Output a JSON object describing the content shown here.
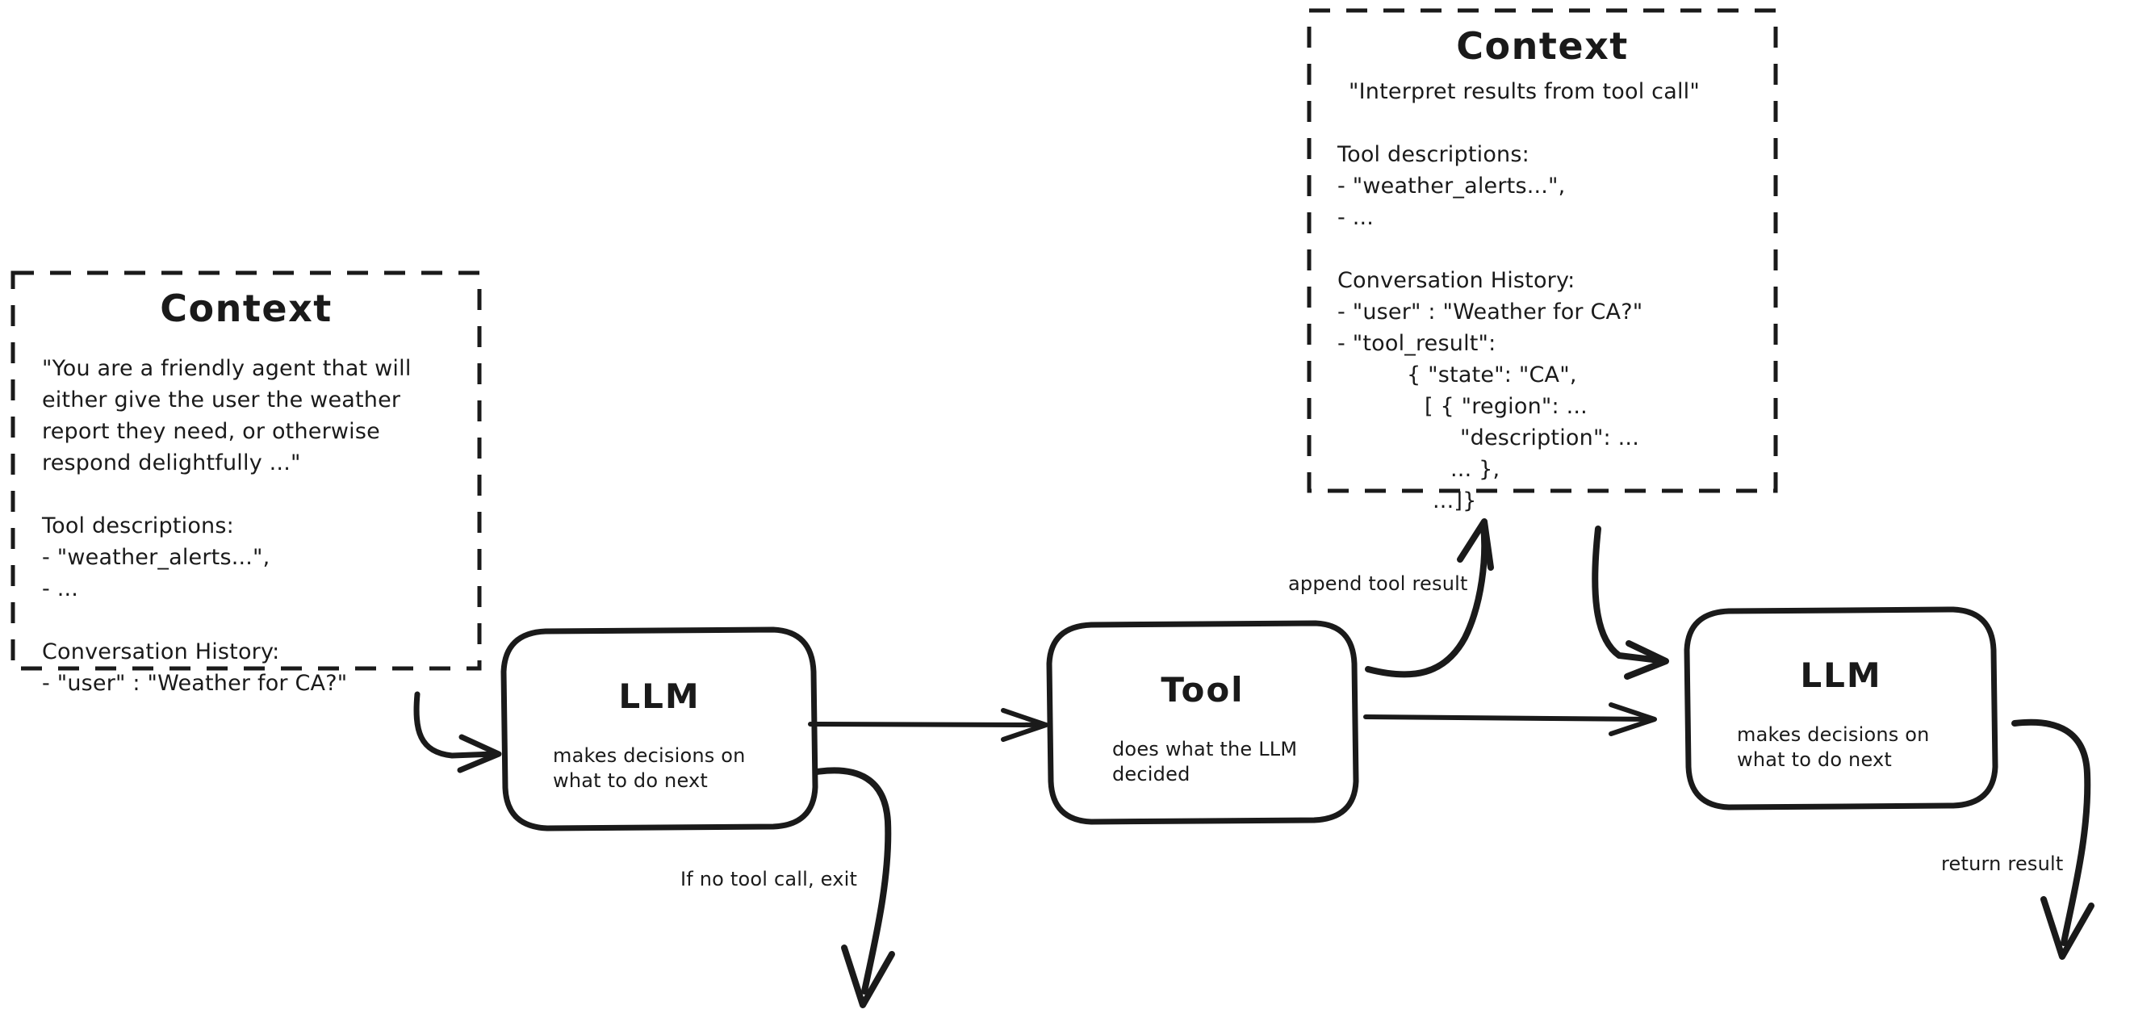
{
  "diagram": {
    "title": "Agent loop with LLM, Tool and Context",
    "stroke_color": "#1a1a1a",
    "background_color": "#ffffff"
  },
  "context_boxes": [
    {
      "id": "context-left",
      "title": "Context",
      "lines": [
        {
          "text": "\"You are a friendly agent that will",
          "indent": 0
        },
        {
          "text": "either give the user the weather",
          "indent": 0
        },
        {
          "text": "report they need, or otherwise",
          "indent": 0
        },
        {
          "text": "respond delightfully ...\"",
          "indent": 0
        },
        {
          "text": "",
          "indent": 0
        },
        {
          "text": "Tool descriptions:",
          "indent": 0
        },
        {
          "text": "- \"weather_alerts...\",",
          "indent": 0
        },
        {
          "text": "- ...",
          "indent": 0
        },
        {
          "text": "",
          "indent": 0
        },
        {
          "text": "Conversation History:",
          "indent": 0
        },
        {
          "text": "- \"user\" : \"Weather for CA?\"",
          "indent": 0
        }
      ]
    },
    {
      "id": "context-right",
      "title": "Context",
      "lines": [
        {
          "text": "\"Interpret results from tool call\"",
          "indent": 14
        },
        {
          "text": "",
          "indent": 0
        },
        {
          "text": "Tool descriptions:",
          "indent": 0
        },
        {
          "text": "- \"weather_alerts...\",",
          "indent": 0
        },
        {
          "text": "- ...",
          "indent": 0
        },
        {
          "text": "",
          "indent": 0
        },
        {
          "text": "Conversation History:",
          "indent": 0
        },
        {
          "text": "- \"user\" : \"Weather for CA?\"",
          "indent": 0
        },
        {
          "text": "- \"tool_result\":",
          "indent": 0
        },
        {
          "text": "{ \"state\": \"CA\",",
          "indent": 86
        },
        {
          "text": "[ { \"region\": ...",
          "indent": 108
        },
        {
          "text": "\"description\": ...",
          "indent": 152
        },
        {
          "text": "... },",
          "indent": 140
        },
        {
          "text": "...]}",
          "indent": 118
        }
      ]
    }
  ],
  "nodes": [
    {
      "id": "llm-left",
      "title": "LLM",
      "subtitle_lines": [
        "makes decisions on",
        "what to do next"
      ]
    },
    {
      "id": "tool",
      "title": "Tool",
      "subtitle_lines": [
        "does what the LLM",
        "decided"
      ]
    },
    {
      "id": "llm-right",
      "title": "LLM",
      "subtitle_lines": [
        "makes decisions on",
        "what to do next"
      ]
    }
  ],
  "edge_labels": [
    {
      "id": "exit-label",
      "text": "If no tool call, exit"
    },
    {
      "id": "append-label",
      "text": "append tool result"
    },
    {
      "id": "return-label",
      "text": "return result"
    }
  ]
}
